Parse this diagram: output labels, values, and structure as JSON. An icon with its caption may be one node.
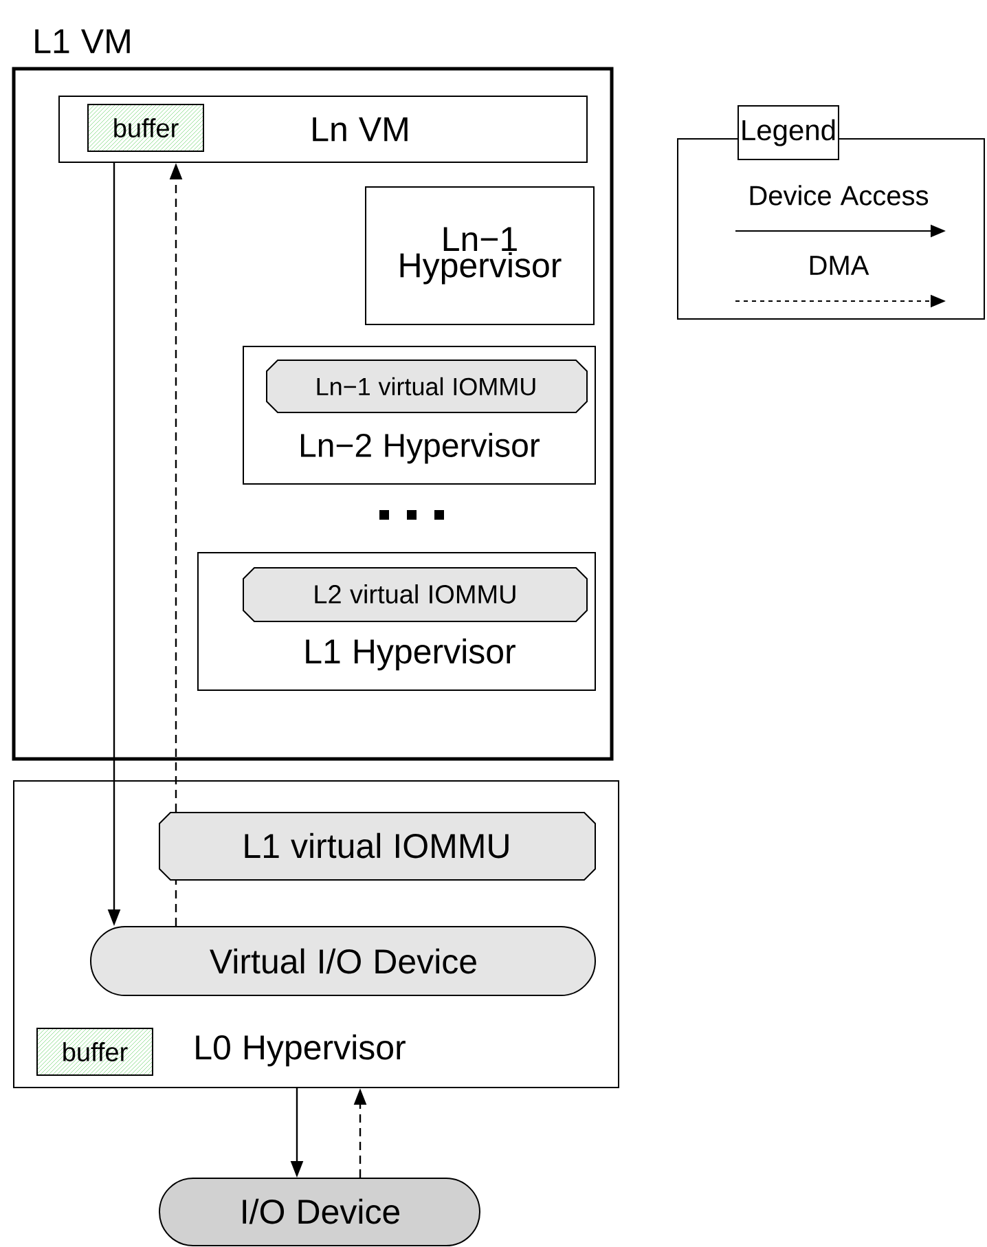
{
  "diagram": {
    "nodes": [
      {
        "text": [
          "L1 VM"
        ]
      },
      {
        "text": [
          "Ln VM"
        ],
        "in": 0
      },
      {
        "text": [
          "buffer"
        ],
        "in": 1
      },
      {
        "text": [
          "Ln−1 Hypervisor"
        ],
        "in": 0
      },
      {
        "text": [
          "Ln−2 Hypervisor"
        ],
        "in": 0
      },
      {
        "text": [
          "Ln−1 virtual IOMMU"
        ],
        "in": 4
      },
      {
        "text": [
          "L1 Hypervisor"
        ],
        "in": 0
      },
      {
        "text": [
          "L2 virtual IOMMU"
        ],
        "in": 6
      },
      {
        "text": [
          "L0 Hypervisor"
        ]
      },
      {
        "text": [
          "L1 virtual IOMMU"
        ],
        "in": 8
      },
      {
        "text": [
          "Virtual I/O Device"
        ],
        "in": 8
      },
      {
        "text": [
          "buffer"
        ],
        "in": 8
      },
      {
        "text": [
          "I/O Device"
        ]
      }
    ],
    "edges": [
      {
        "from": 1,
        "to": 10,
        "arrow": "to"
      },
      {
        "from": 10,
        "to": 9,
        "arrow": "none",
        "style": "dashed"
      },
      {
        "from": 9,
        "to": 1,
        "arrow": "to",
        "style": "dashed"
      },
      {
        "from": 8,
        "to": 12,
        "arrow": "to"
      },
      {
        "from": 12,
        "to": 8,
        "arrow": "to",
        "style": "dashed"
      }
    ],
    "labels": [
      "Legend"
    ],
    "legend": [
      {
        "text": "Device Access"
      },
      {
        "text": "DMA"
      }
    ]
  }
}
